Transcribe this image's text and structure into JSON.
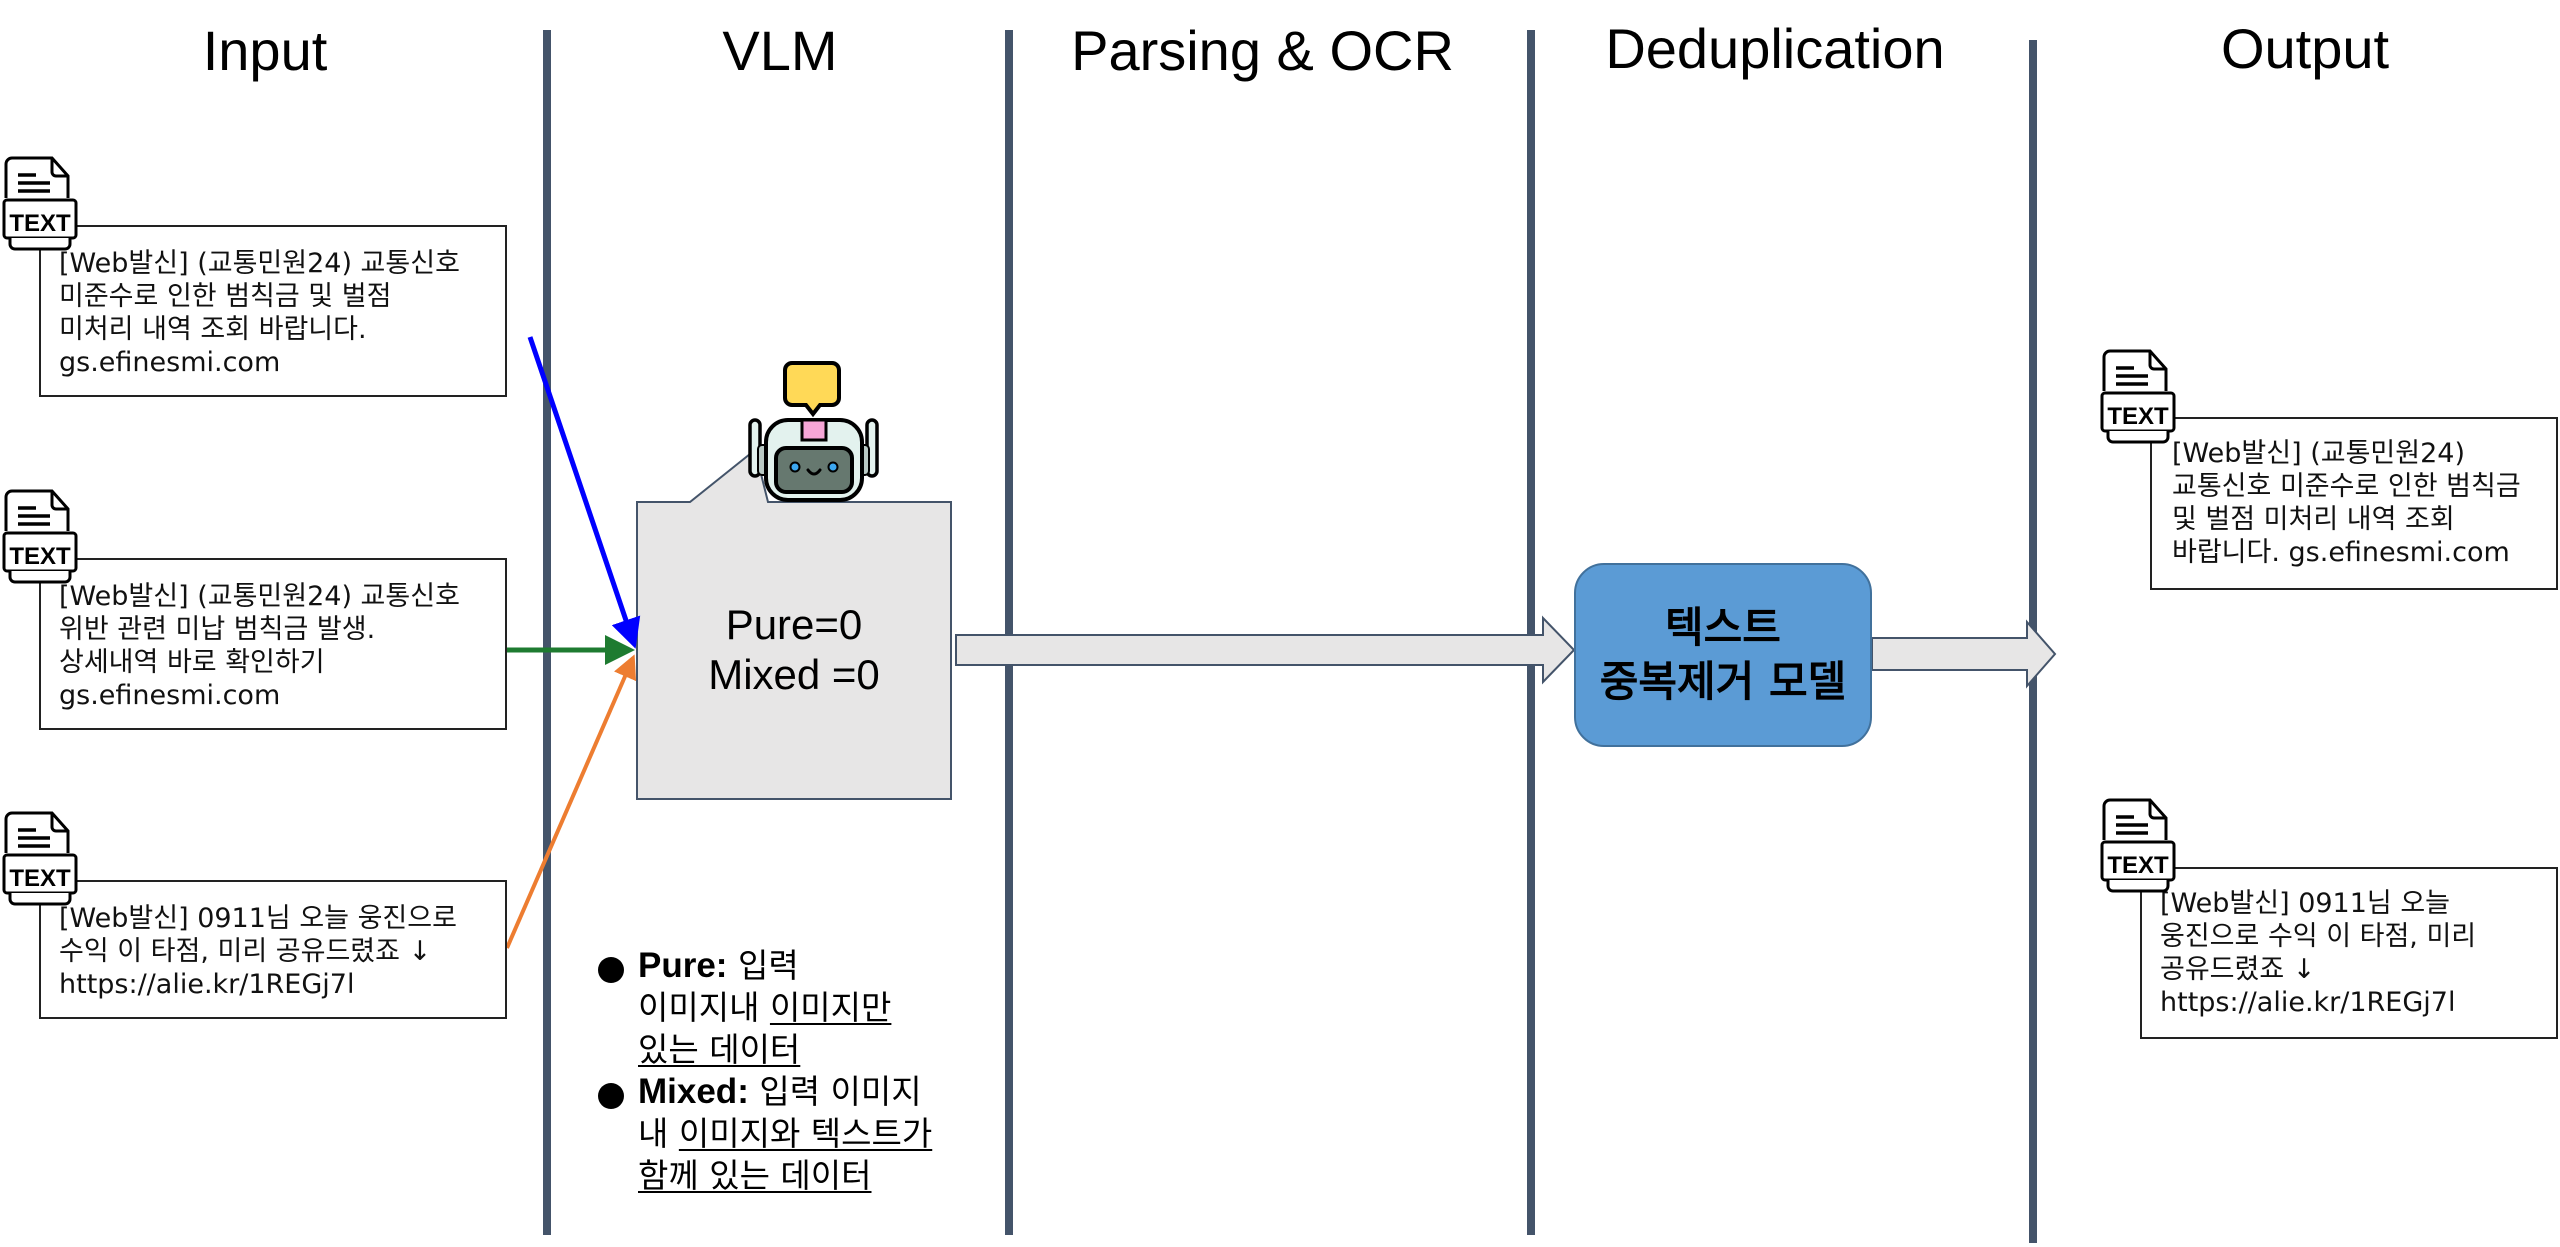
{
  "stages": [
    {
      "title": "Input"
    },
    {
      "title": "VLM"
    },
    {
      "title": "Parsing & OCR"
    },
    {
      "title": "Deduplication"
    },
    {
      "title": "Output"
    }
  ],
  "colors": {
    "divider": "#44546a",
    "arrow_blue": "#0000ff",
    "arrow_green": "#1e7b30",
    "arrow_orange": "#ed7d31",
    "vlm_box_fill": "#e7e6e6",
    "dedup_box_fill": "#5b9bd5",
    "flow_arrow_fill": "#e7e6e6"
  },
  "input_messages": [
    {
      "icon": "text-file-icon",
      "icon_label": "TEXT",
      "lines": [
        "[Web발신] (교통민원24) 교통신호",
        "미준수로 인한 범칙금 및 벌점",
        "미처리 내역 조회 바랍니다.",
        "gs.efinesmi.com"
      ]
    },
    {
      "icon": "text-file-icon",
      "icon_label": "TEXT",
      "lines": [
        "[Web발신] (교통민원24) 교통신호",
        "위반 관련 미납 범칙금 발생.",
        "상세내역 바로 확인하기",
        "gs.efinesmi.com"
      ]
    },
    {
      "icon": "text-file-icon",
      "icon_label": "TEXT",
      "lines": [
        "[Web발신] 0911님 오늘 웅진으로",
        "수익 이 타점, 미리 공유드렸죠 ↓",
        "https://alie.kr/1REGj7l"
      ]
    }
  ],
  "vlm": {
    "icon": "robot-icon",
    "pure_label": "Pure=0",
    "mixed_label": "Mixed =0"
  },
  "legend": {
    "pure": {
      "term": "Pure:",
      "l1_plain": " 입력",
      "l2_plain": "이미지내 ",
      "l2_under": "이미지만",
      "l3_under": "있는 데이터"
    },
    "mixed": {
      "term": "Mixed:",
      "l1_plain": " 입력 이미지",
      "l2_plain": "내 ",
      "l2_under": "이미지와 텍스트가",
      "l3_under": "함께 있는 데이터"
    }
  },
  "dedup": {
    "line1": "텍스트",
    "line2": "중복제거 모델"
  },
  "output_messages": [
    {
      "icon": "text-file-icon",
      "icon_label": "TEXT",
      "lines": [
        "[Web발신] (교통민원24)",
        "교통신호 미준수로 인한 범칙금",
        "및 벌점 미처리 내역 조회",
        "바랍니다. gs.efinesmi.com"
      ]
    },
    {
      "icon": "text-file-icon",
      "icon_label": "TEXT",
      "lines": [
        "[Web발신] 0911님 오늘",
        "웅진으로 수익 이 타점, 미리",
        "공유드렸죠 ↓",
        "https://alie.kr/1REGj7l"
      ]
    }
  ]
}
